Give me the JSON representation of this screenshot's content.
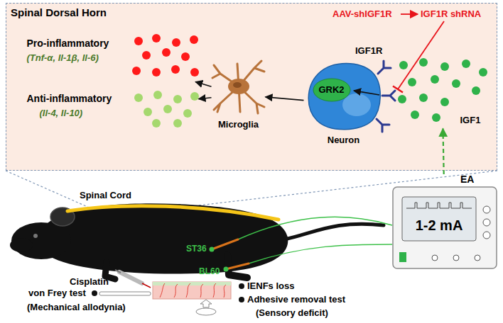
{
  "diagram": {
    "nodes": [
      {
        "text": [
          "Spinal Dorsal Horn"
        ]
      },
      {
        "text": [
          "Pro-inflammatory",
          "(Tnf-α, Il-1β, Il-6)"
        ],
        "in": 0
      },
      {
        "text": [
          "Anti-inflammatory",
          "(Il-4, Il-10)"
        ],
        "in": 0
      },
      {
        "text": [
          "Microglia"
        ],
        "in": 0
      },
      {
        "text": [
          "Neuron"
        ],
        "in": 0
      },
      {
        "text": [
          "GRK2"
        ],
        "in": 4
      },
      {
        "text": [
          "IGF1"
        ],
        "in": 0
      },
      {
        "text": [
          "EA",
          "1-2 mA"
        ]
      }
    ],
    "edges": [
      {
        "from": 4,
        "to": 3,
        "arrow": "to"
      },
      {
        "from": 3,
        "to": 1,
        "arrow": "to"
      },
      {
        "from": 3,
        "to": 2,
        "arrow": "to"
      },
      {
        "from": 7,
        "to": 6,
        "arrow": "to"
      }
    ],
    "labels": [
      "AAV-shIGF1R",
      "IGF1R shRNA",
      "IGF1R",
      "Spinal Cord",
      "ST36",
      "BL60",
      "Cisplatin",
      "von Frey test",
      "(Mechanical allodynia)",
      "IENFs loss",
      "Adhesive removal test",
      "(Sensory deficit)"
    ]
  }
}
